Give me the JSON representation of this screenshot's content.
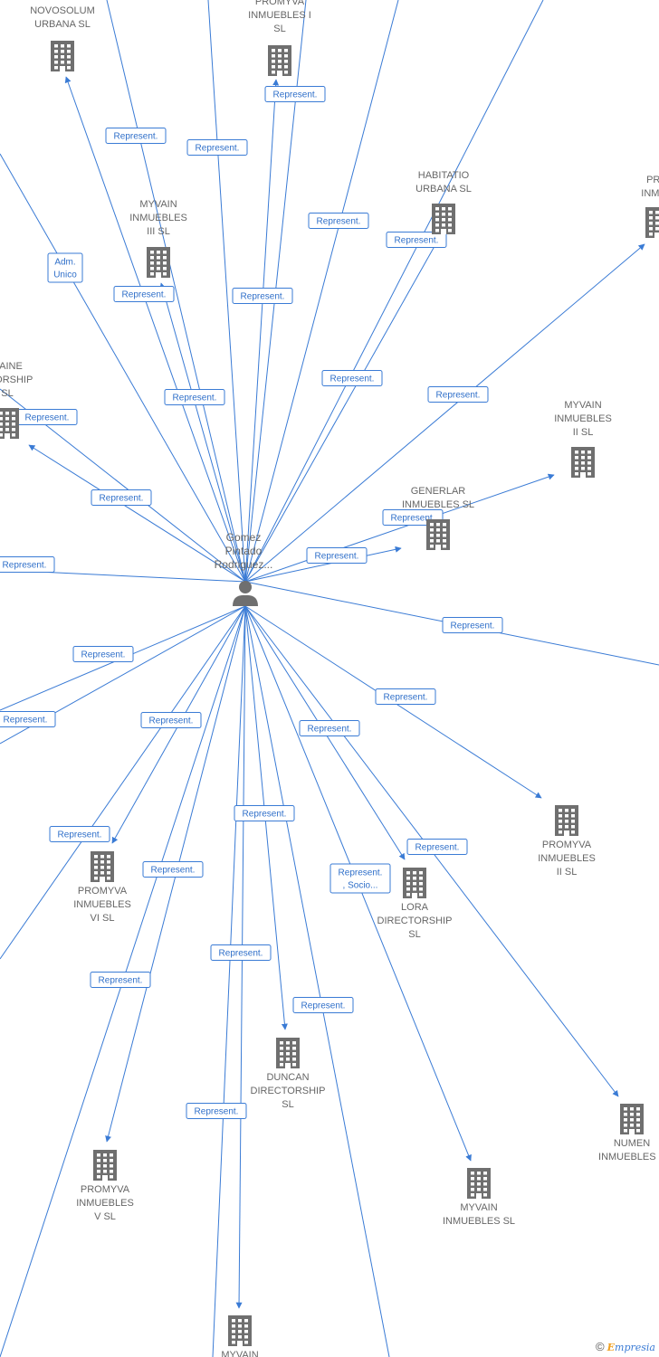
{
  "center": {
    "label": [
      "Gomez",
      "Pintado",
      "Rodriguez..."
    ],
    "icon": "person-icon"
  },
  "companies": [
    {
      "id": "novosolum",
      "label": [
        "NOVOSOLUM",
        "URBANA  SL"
      ]
    },
    {
      "id": "promyva1",
      "label": [
        "PROMYVA",
        "INMUEBLES I",
        "SL"
      ]
    },
    {
      "id": "habitatio",
      "label": [
        "HABITATIO",
        "URBANA  SL"
      ]
    },
    {
      "id": "pro_right",
      "label": [
        "PRO",
        "INMUE"
      ]
    },
    {
      "id": "myvain3",
      "label": [
        "MYVAIN",
        "INMUEBLES",
        "III  SL"
      ]
    },
    {
      "id": "raine",
      "label": [
        "RAINE",
        "CTORSHIP",
        "SL"
      ]
    },
    {
      "id": "myvain2",
      "label": [
        "MYVAIN",
        "INMUEBLES",
        "II  SL"
      ]
    },
    {
      "id": "generlar",
      "label": [
        "GENERLAR",
        "INMUEBLES  SL"
      ]
    },
    {
      "id": "promyva2",
      "label": [
        "PROMYVA",
        "INMUEBLES",
        "II  SL"
      ]
    },
    {
      "id": "lora",
      "label": [
        "LORA",
        "DIRECTORSHIP",
        "SL"
      ]
    },
    {
      "id": "promyva6",
      "label": [
        "PROMYVA",
        "INMUEBLES",
        "VI  SL"
      ]
    },
    {
      "id": "duncan",
      "label": [
        "DUNCAN",
        "DIRECTORSHIP",
        "SL"
      ]
    },
    {
      "id": "numen",
      "label": [
        "NUMEN",
        "INMUEBLES  S"
      ]
    },
    {
      "id": "myvain",
      "label": [
        "MYVAIN",
        "INMUEBLES  SL"
      ]
    },
    {
      "id": "promyva5",
      "label": [
        "PROMYVA",
        "INMUEBLES",
        "V  SL"
      ]
    },
    {
      "id": "myvain_bottom",
      "label": [
        "MYVAIN"
      ]
    }
  ],
  "edge_labels": [
    [
      "Represent."
    ],
    [
      "Represent."
    ],
    [
      "Represent."
    ],
    [
      "Adm.",
      "Unico"
    ],
    [
      "Represent."
    ],
    [
      "Represent."
    ],
    [
      "Represent."
    ],
    [
      "Represent."
    ],
    [
      "Represent."
    ],
    [
      "Represent."
    ],
    [
      "Represent."
    ],
    [
      "Represent."
    ],
    [
      "Represent."
    ],
    [
      "Represent."
    ],
    [
      "Represent."
    ],
    [
      "Represent."
    ],
    [
      "Represent."
    ],
    [
      "Represent."
    ],
    [
      "Represent."
    ],
    [
      "Represent."
    ],
    [
      "Represent."
    ],
    [
      "Represent."
    ],
    [
      "Represent."
    ],
    [
      "Represent."
    ],
    [
      "Represent."
    ],
    [
      "Represent."
    ],
    [
      "Represent.",
      ", Socio..."
    ],
    [
      "Represent."
    ],
    [
      "Represent."
    ],
    [
      "Represent."
    ],
    [
      "Represent."
    ]
  ],
  "footer": {
    "copyright": "©",
    "brand_initial": "E",
    "brand_rest": "mpresia"
  }
}
